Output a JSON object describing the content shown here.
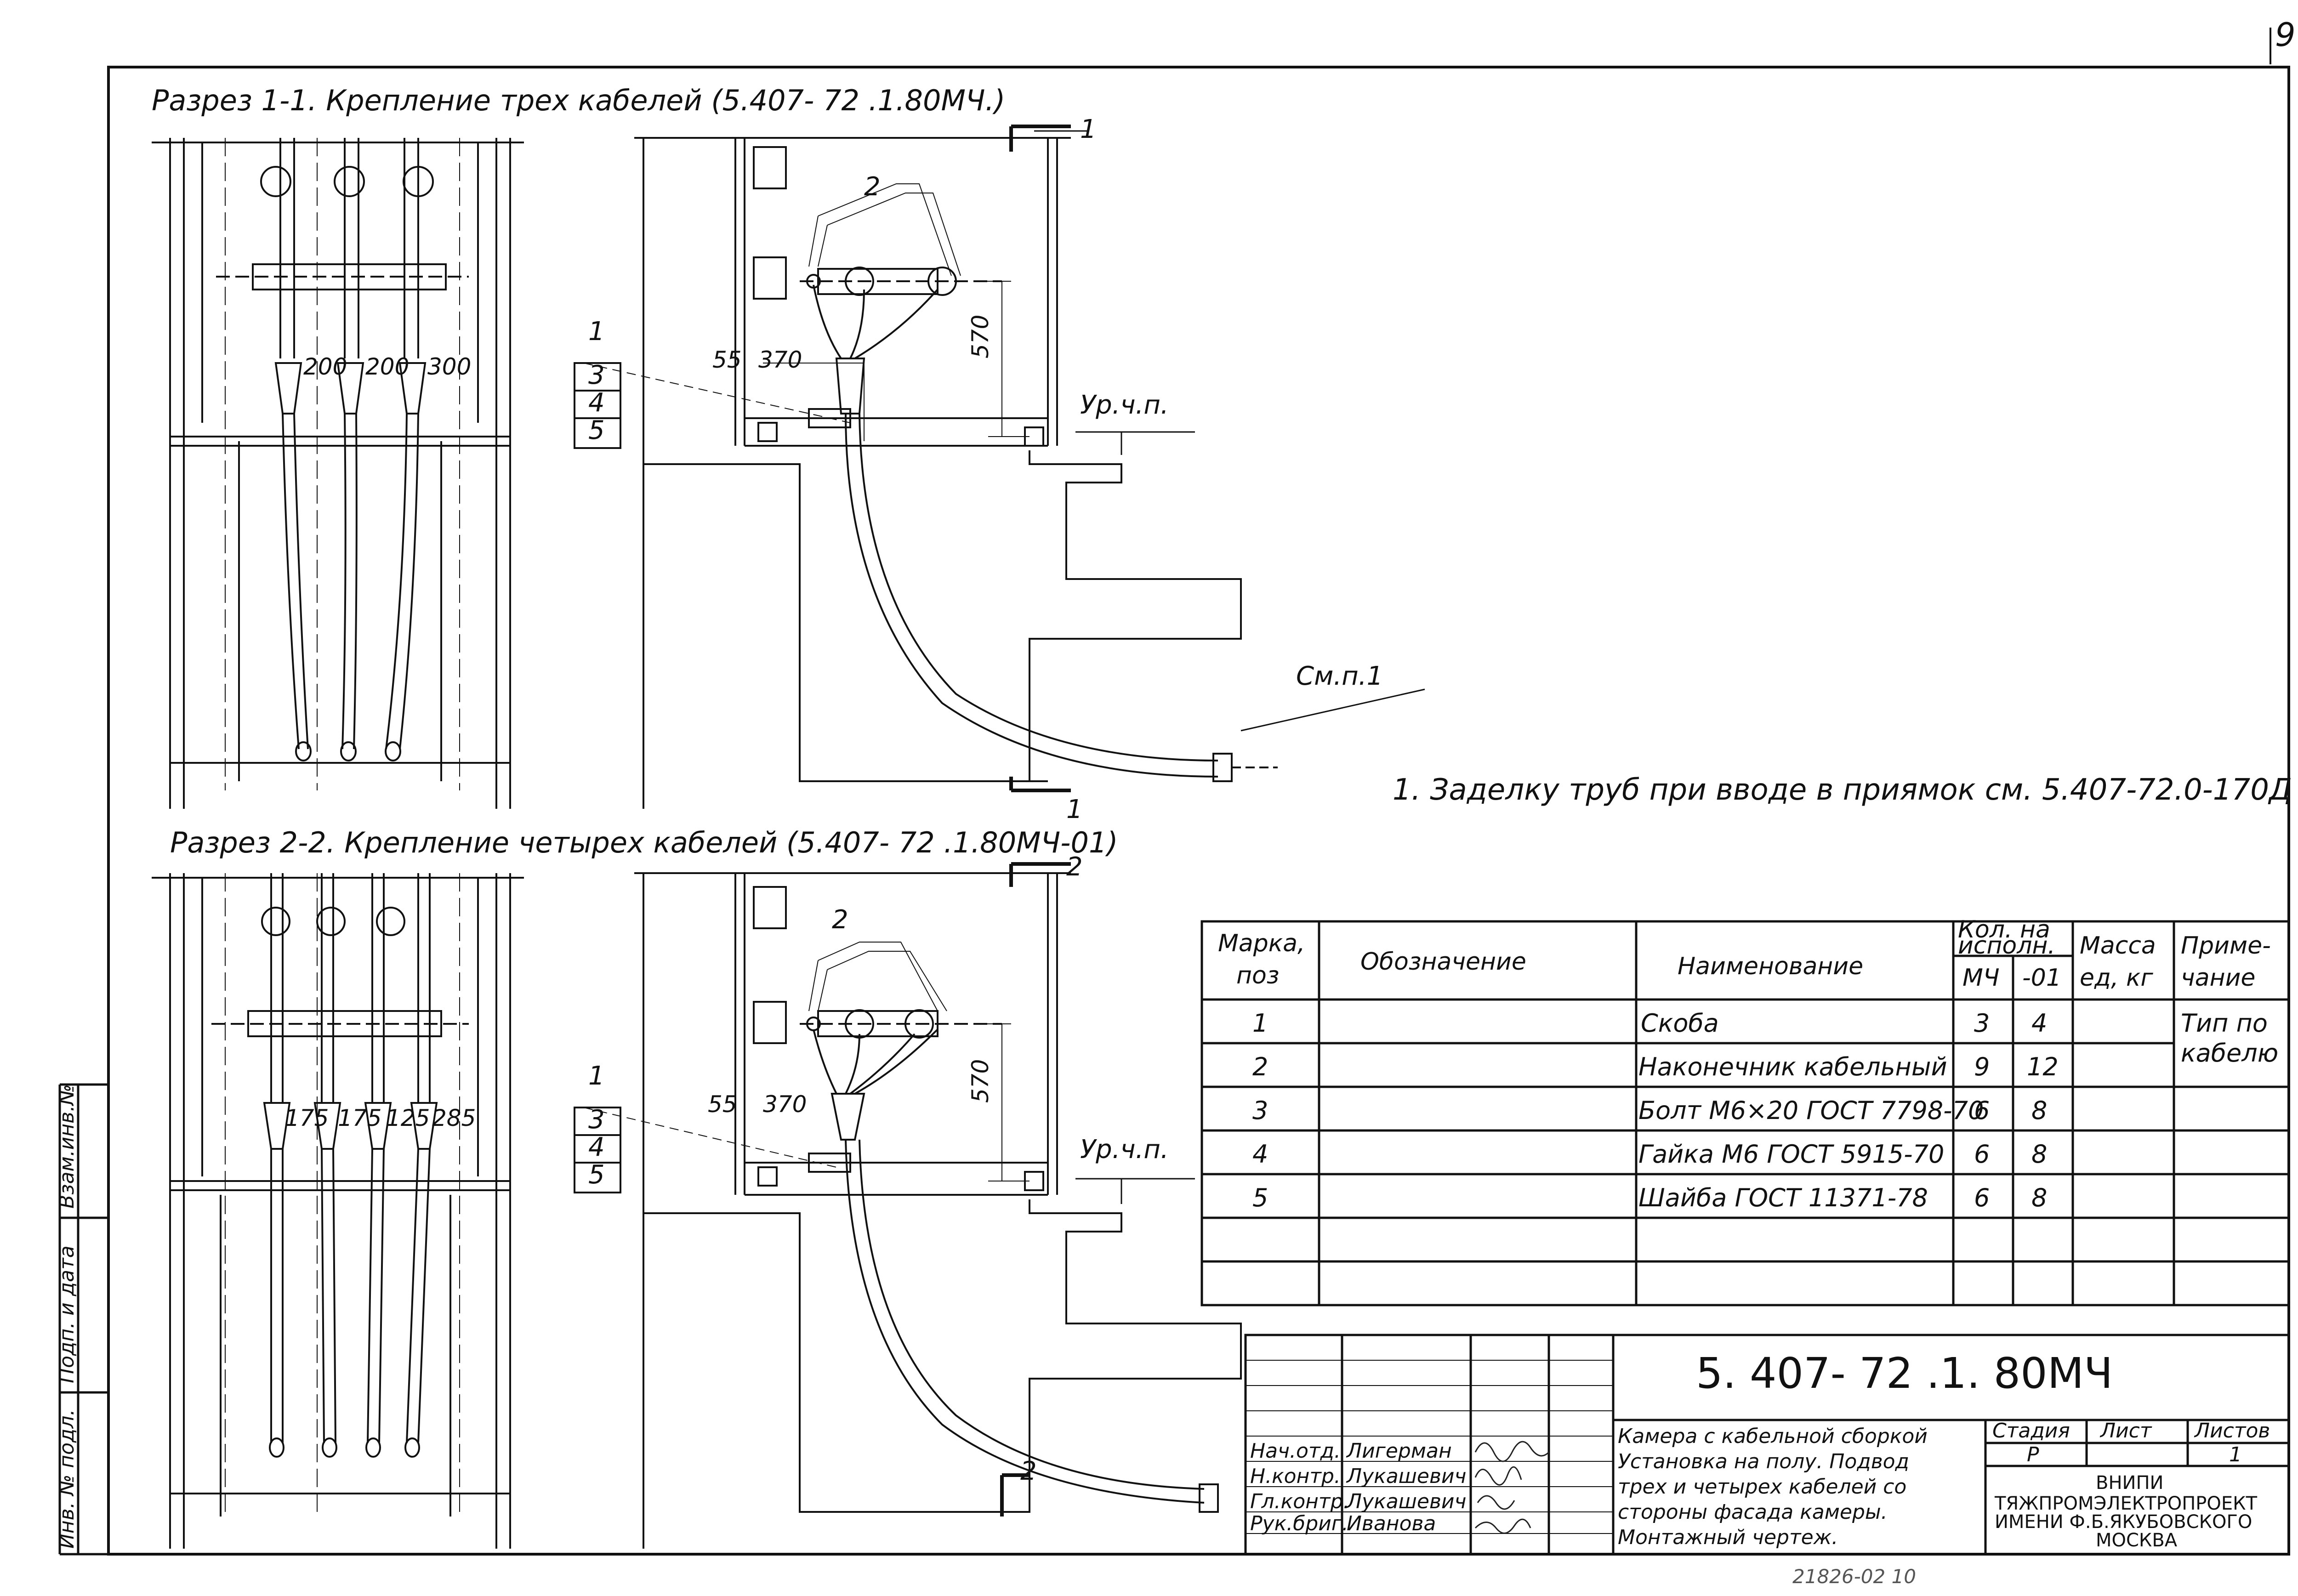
{
  "sheet_number": "9",
  "section_1": {
    "title": "Разрез 1-1. Крепление трех кабелей (5.407- 72 .1.80МЧ.)",
    "cut_mark": "1",
    "dims": [
      "200",
      "200",
      "300",
      "55",
      "370",
      "570"
    ],
    "floor_label": "Ур.ч.п.",
    "callouts": [
      "1",
      "3",
      "4",
      "5",
      "2"
    ],
    "see_note": "См.п.1"
  },
  "section_2": {
    "title": "Разрез 2-2. Крепление четырех кабелей (5.407- 72 .1.80МЧ-01)",
    "cut_mark": "2",
    "dims": [
      "175",
      "175",
      "125",
      "285",
      "55",
      "370",
      "570"
    ],
    "floor_label": "Ур.ч.п.",
    "callouts": [
      "1",
      "3",
      "4",
      "5",
      "2",
      "2"
    ]
  },
  "note": "1. Заделку труб при вводе в приямок см. 5.407-72.0-170Д",
  "spec_table": {
    "headers": {
      "mark": [
        "Марка,",
        "поз"
      ],
      "designation": "Обозначение",
      "name": "Наименование",
      "qty": [
        "Кол. на",
        "исполн."
      ],
      "qty_sub": [
        "МЧ",
        "-01"
      ],
      "mass": [
        "Масса",
        "ед, кг"
      ],
      "remark": [
        "Приме-",
        "чание"
      ]
    },
    "rows": [
      {
        "pos": "1",
        "designation": "",
        "name": "Скоба",
        "mch": "3",
        "v01": "4",
        "mass": "",
        "remark": "Тип по"
      },
      {
        "pos": "2",
        "designation": "",
        "name": "Наконечник кабельный",
        "mch": "9",
        "v01": "12",
        "mass": "",
        "remark": "кабелю"
      },
      {
        "pos": "3",
        "designation": "",
        "name": "Болт М6×20 ГОСТ 7798-70",
        "mch": "6",
        "v01": "8",
        "mass": "",
        "remark": ""
      },
      {
        "pos": "4",
        "designation": "",
        "name": "Гайка М6 ГОСТ 5915-70",
        "mch": "6",
        "v01": "8",
        "mass": "",
        "remark": ""
      },
      {
        "pos": "5",
        "designation": "",
        "name": "Шайба ГОСТ 11371-78",
        "mch": "6",
        "v01": "8",
        "mass": "",
        "remark": ""
      }
    ]
  },
  "title_block": {
    "code": "5. 407- 72    .1. 80МЧ",
    "description": [
      "Камера с кабельной сборкой",
      "Установка на полу. Подвод",
      "трех и четырех кабелей со",
      "стороны фасада камеры.",
      "Монтажный чертеж."
    ],
    "stage_label": "Стадия",
    "sheet_label": "Лист",
    "sheets_label": "Листов",
    "stage": "Р",
    "sheets": "1",
    "org": [
      "ВНИПИ",
      "ТЯЖПРОМЭЛЕКТРОПРОЕКТ",
      "ИМЕНИ Ф.Б.ЯКУБОВСКОГО",
      "МОСКВА"
    ],
    "people": [
      {
        "role": "Нач.отд.",
        "name": "Лигерман"
      },
      {
        "role": "Н.контр.",
        "name": "Лукашевич"
      },
      {
        "role": "Гл.контр.",
        "name": "Лукашевич"
      },
      {
        "role": "Рук.бриг.",
        "name": "Иванова"
      }
    ],
    "bottom_number": "21826-02 10"
  },
  "side_stamp": [
    "Инв. № подл.",
    "Подп. и дата",
    "Взам.инв.№"
  ]
}
